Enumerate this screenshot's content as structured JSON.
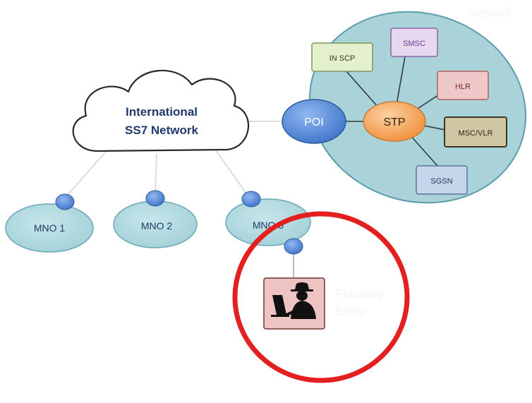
{
  "network_label": "Network",
  "cloud": {
    "line1": "International",
    "line2": "SS7 Network"
  },
  "poi": "POI",
  "stp": "STP",
  "nodes": {
    "in_scp": "IN SCP",
    "smsc": "SMSC",
    "hlr": "HLR",
    "msc_vlr": "MSC/VLR",
    "sgsn": "SGSN"
  },
  "mnos": [
    "MNO 1",
    "MNO 2",
    "MNO 3"
  ],
  "fraud": {
    "line1": "Frauding",
    "line2": "Entity",
    "icon": "hacker-icon"
  },
  "colors": {
    "ellipse_fill": "#a9d3d8",
    "ellipse_stroke": "#5d9dae",
    "mno_fill": "#b9dde3",
    "poi_fill": "#5b8fd9",
    "stp_fill": "#f7ad6e",
    "in_scp_fill": "#e4efcb",
    "smsc_fill": "#e6d8ef",
    "hlr_fill": "#efc9c9",
    "msc_vlr_fill": "#cfc7a4",
    "sgsn_fill": "#c5d6eb",
    "fraud_fill": "#eec4c2",
    "highlight_ring": "#e41f1f"
  }
}
